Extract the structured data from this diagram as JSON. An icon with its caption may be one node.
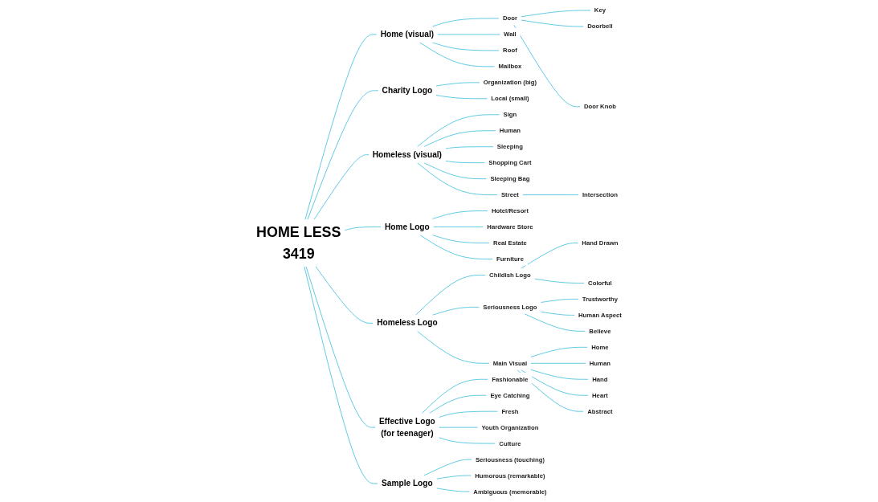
{
  "diagram": {
    "nodes": [
      {
        "text": [
          "HOME LESS",
          "3419"
        ]
      },
      {
        "text": [
          "Home (visual)"
        ]
      },
      {
        "text": [
          "Door"
        ]
      },
      {
        "text": [
          "Key"
        ]
      },
      {
        "text": [
          "Doorbell"
        ]
      },
      {
        "text": [
          "Door Knob"
        ]
      },
      {
        "text": [
          "Wall"
        ]
      },
      {
        "text": [
          "Roof"
        ]
      },
      {
        "text": [
          "Mailbox"
        ]
      },
      {
        "text": [
          "Charity Logo"
        ]
      },
      {
        "text": [
          "Organization (big)"
        ]
      },
      {
        "text": [
          "Local (small)"
        ]
      },
      {
        "text": [
          "Homeless (visual)"
        ]
      },
      {
        "text": [
          "Sign"
        ]
      },
      {
        "text": [
          "Human"
        ]
      },
      {
        "text": [
          "Sleeping"
        ]
      },
      {
        "text": [
          "Shopping Cart"
        ]
      },
      {
        "text": [
          "Sleeping Bag"
        ]
      },
      {
        "text": [
          "Street"
        ]
      },
      {
        "text": [
          "Intersection"
        ]
      },
      {
        "text": [
          "Home Logo"
        ]
      },
      {
        "text": [
          "Hotel/Resort"
        ]
      },
      {
        "text": [
          "Hardware Store"
        ]
      },
      {
        "text": [
          "Real Estate"
        ]
      },
      {
        "text": [
          "Furniture"
        ]
      },
      {
        "text": [
          "Homeless Logo"
        ]
      },
      {
        "text": [
          "Childish Logo"
        ]
      },
      {
        "text": [
          "Hand Drawn"
        ]
      },
      {
        "text": [
          "Colorful"
        ]
      },
      {
        "text": [
          "Seriousness Logo"
        ]
      },
      {
        "text": [
          "Trustworthy"
        ]
      },
      {
        "text": [
          "Human Aspect"
        ]
      },
      {
        "text": [
          "Believe"
        ]
      },
      {
        "text": [
          "Main Visual"
        ]
      },
      {
        "text": [
          "Home"
        ]
      },
      {
        "text": [
          "Human"
        ]
      },
      {
        "text": [
          "Hand"
        ]
      },
      {
        "text": [
          "Heart"
        ]
      },
      {
        "text": [
          "Abstract"
        ]
      },
      {
        "text": [
          "Effective Logo",
          "(for teenager)"
        ]
      },
      {
        "text": [
          "Fashionable"
        ]
      },
      {
        "text": [
          "Eye Catching"
        ]
      },
      {
        "text": [
          "Fresh"
        ]
      },
      {
        "text": [
          "Youth Organization"
        ]
      },
      {
        "text": [
          "Culture"
        ]
      },
      {
        "text": [
          "Sample Logo"
        ]
      },
      {
        "text": [
          "Seriousness (touching)"
        ]
      },
      {
        "text": [
          "Humorous (remarkable)"
        ]
      },
      {
        "text": [
          "Ambiguous (memorable)"
        ]
      }
    ],
    "edges": [
      {
        "from": 0,
        "to": 1,
        "arrow": "none"
      },
      {
        "from": 1,
        "to": 2,
        "arrow": "none"
      },
      {
        "from": 2,
        "to": 3,
        "arrow": "none"
      },
      {
        "from": 2,
        "to": 4,
        "arrow": "none"
      },
      {
        "from": 2,
        "to": 5,
        "arrow": "none"
      },
      {
        "from": 1,
        "to": 6,
        "arrow": "none"
      },
      {
        "from": 1,
        "to": 7,
        "arrow": "none"
      },
      {
        "from": 1,
        "to": 8,
        "arrow": "none"
      },
      {
        "from": 0,
        "to": 9,
        "arrow": "none"
      },
      {
        "from": 9,
        "to": 10,
        "arrow": "none"
      },
      {
        "from": 9,
        "to": 11,
        "arrow": "none"
      },
      {
        "from": 0,
        "to": 12,
        "arrow": "none"
      },
      {
        "from": 12,
        "to": 13,
        "arrow": "none"
      },
      {
        "from": 12,
        "to": 14,
        "arrow": "none"
      },
      {
        "from": 12,
        "to": 15,
        "arrow": "none"
      },
      {
        "from": 12,
        "to": 16,
        "arrow": "none"
      },
      {
        "from": 12,
        "to": 17,
        "arrow": "none"
      },
      {
        "from": 12,
        "to": 18,
        "arrow": "none"
      },
      {
        "from": 18,
        "to": 19,
        "arrow": "none"
      },
      {
        "from": 0,
        "to": 20,
        "arrow": "none"
      },
      {
        "from": 20,
        "to": 21,
        "arrow": "none"
      },
      {
        "from": 20,
        "to": 22,
        "arrow": "none"
      },
      {
        "from": 20,
        "to": 23,
        "arrow": "none"
      },
      {
        "from": 20,
        "to": 24,
        "arrow": "none"
      },
      {
        "from": 0,
        "to": 25,
        "arrow": "none"
      },
      {
        "from": 25,
        "to": 26,
        "arrow": "none"
      },
      {
        "from": 26,
        "to": 27,
        "arrow": "none"
      },
      {
        "from": 26,
        "to": 28,
        "arrow": "none"
      },
      {
        "from": 25,
        "to": 29,
        "arrow": "none"
      },
      {
        "from": 29,
        "to": 30,
        "arrow": "none"
      },
      {
        "from": 29,
        "to": 31,
        "arrow": "none"
      },
      {
        "from": 29,
        "to": 32,
        "arrow": "none"
      },
      {
        "from": 25,
        "to": 33,
        "arrow": "none"
      },
      {
        "from": 33,
        "to": 34,
        "arrow": "none"
      },
      {
        "from": 33,
        "to": 35,
        "arrow": "none"
      },
      {
        "from": 33,
        "to": 36,
        "arrow": "none"
      },
      {
        "from": 33,
        "to": 37,
        "arrow": "none"
      },
      {
        "from": 33,
        "to": 38,
        "arrow": "none"
      },
      {
        "from": 0,
        "to": 39,
        "arrow": "none"
      },
      {
        "from": 39,
        "to": 40,
        "arrow": "none"
      },
      {
        "from": 39,
        "to": 41,
        "arrow": "none"
      },
      {
        "from": 39,
        "to": 42,
        "arrow": "none"
      },
      {
        "from": 39,
        "to": 43,
        "arrow": "none"
      },
      {
        "from": 39,
        "to": 44,
        "arrow": "none"
      },
      {
        "from": 0,
        "to": 45,
        "arrow": "none"
      },
      {
        "from": 45,
        "to": 46,
        "arrow": "none"
      },
      {
        "from": 45,
        "to": 47,
        "arrow": "none"
      },
      {
        "from": 45,
        "to": 48,
        "arrow": "none"
      }
    ]
  }
}
